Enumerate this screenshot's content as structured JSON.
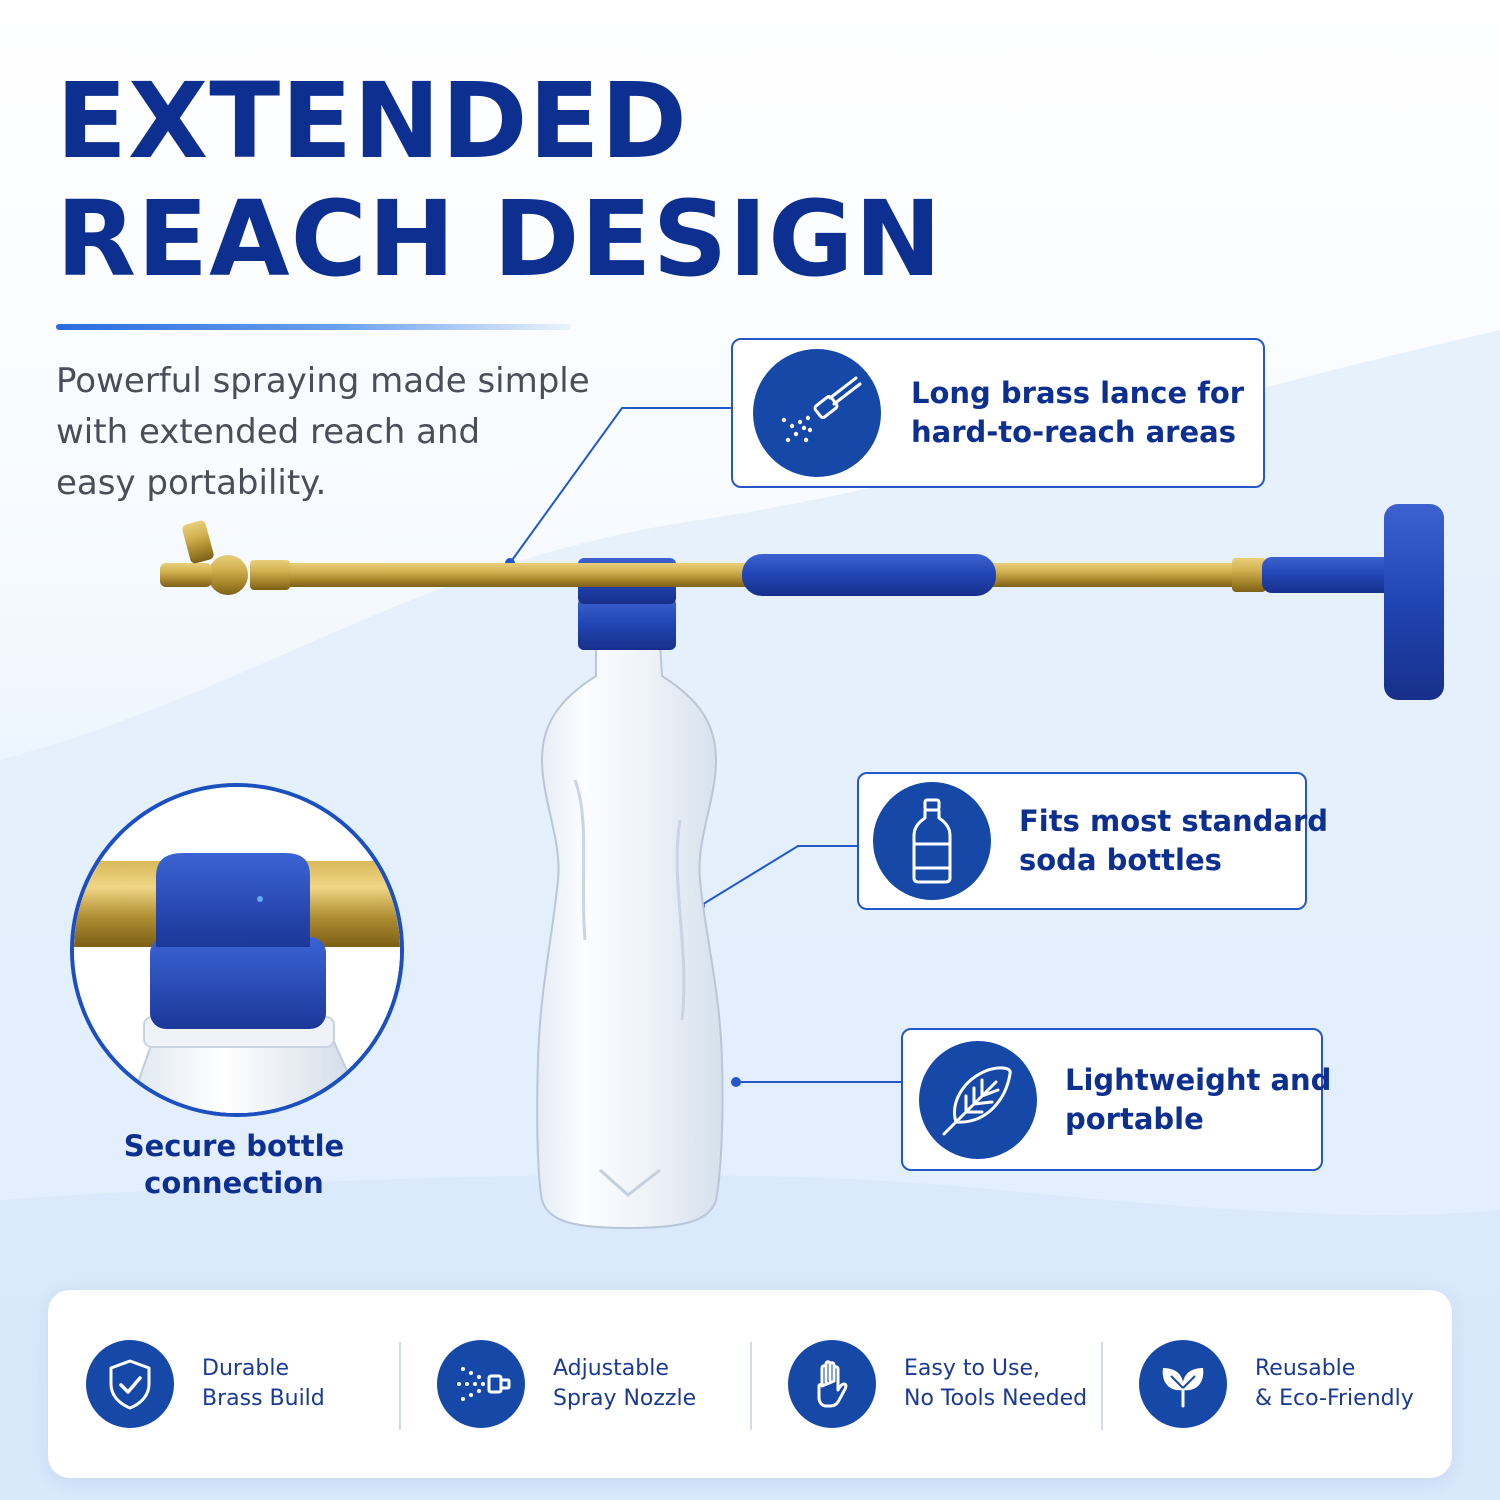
{
  "headline": {
    "line1": "EXTENDED",
    "line2": "REACH DESIGN"
  },
  "subtitle": {
    "line1": "Powerful spraying made simple",
    "line2": "with extended reach and",
    "line3": "easy portability."
  },
  "callouts": [
    {
      "icon": "spray-nozzle-icon",
      "line1": "Long brass lance for",
      "line2": "hard-to-reach areas"
    },
    {
      "icon": "bottle-icon",
      "line1": "Fits most standard",
      "line2": "soda bottles"
    },
    {
      "icon": "feather-icon",
      "line1": "Lightweight and",
      "line2": "portable"
    }
  ],
  "detail": {
    "line1": "Secure bottle",
    "line2": "connection"
  },
  "features": [
    {
      "icon": "shield-check-icon",
      "line1": "Durable",
      "line2": "Brass Build"
    },
    {
      "icon": "spray-icon",
      "line1": "Adjustable",
      "line2": "Spray Nozzle"
    },
    {
      "icon": "hand-icon",
      "line1": "Easy to Use,",
      "line2": "No Tools Needed"
    },
    {
      "icon": "leaf-icon",
      "line1": "Reusable",
      "line2": "& Eco-Friendly"
    }
  ],
  "colors": {
    "brand_blue": "#0d2f8f",
    "icon_blue": "#1648a8",
    "accent_blue": "#2458c8",
    "brass": "#c9a441"
  }
}
